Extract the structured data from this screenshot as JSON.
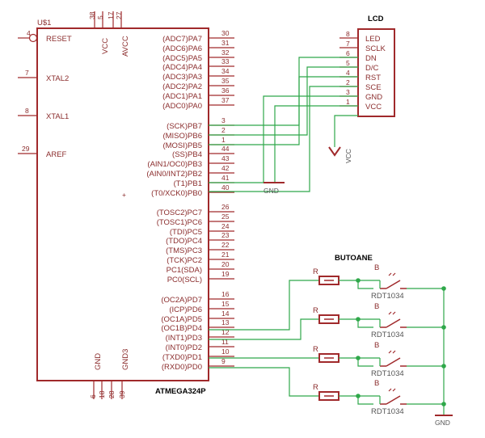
{
  "mcu": {
    "name": "U$1",
    "part": "ATMEGA324P",
    "left_pins": [
      {
        "label": "RESET",
        "num": "4"
      },
      {
        "label": "XTAL2",
        "num": "7"
      },
      {
        "label": "XTAL1",
        "num": "8"
      },
      {
        "label": "AREF",
        "num": "29"
      }
    ],
    "top_pins": [
      {
        "label": "VCC",
        "nums": [
          "38",
          "5"
        ]
      },
      {
        "label": "AVCC",
        "nums": [
          "17",
          "27"
        ]
      }
    ],
    "bottom_pins": [
      {
        "label": "GND",
        "nums": [
          "6",
          "18",
          "28"
        ]
      },
      {
        "label": "GND3",
        "nums": [
          "39"
        ]
      }
    ],
    "right_pins": [
      {
        "label": "(ADC7)PA7",
        "num": "30"
      },
      {
        "label": "(ADC6)PA6",
        "num": "31"
      },
      {
        "label": "(ADC5)PA5",
        "num": "32"
      },
      {
        "label": "(ADC4)PA4",
        "num": "33"
      },
      {
        "label": "(ADC3)PA3",
        "num": "34"
      },
      {
        "label": "(ADC2)PA2",
        "num": "35"
      },
      {
        "label": "(ADC1)PA1",
        "num": "36"
      },
      {
        "label": "(ADC0)PA0",
        "num": "37"
      },
      {
        "label": "(SCK)PB7",
        "num": "3"
      },
      {
        "label": "(MISO)PB6",
        "num": "2"
      },
      {
        "label": "(MOSI)PB5",
        "num": "1"
      },
      {
        "label": "(SS)PB4",
        "num": "44"
      },
      {
        "label": "(AIN1/OC0)PB3",
        "num": "43"
      },
      {
        "label": "(AIN0/INT2)PB2",
        "num": "42"
      },
      {
        "label": "(T1)PB1",
        "num": "41"
      },
      {
        "label": "(T0/XCK0)PB0",
        "num": "40"
      },
      {
        "label": "(TOSC2)PC7",
        "num": "26"
      },
      {
        "label": "(TOSC1)PC6",
        "num": "25"
      },
      {
        "label": "(TDI)PC5",
        "num": "24"
      },
      {
        "label": "(TDO)PC4",
        "num": "23"
      },
      {
        "label": "(TMS)PC3",
        "num": "22"
      },
      {
        "label": "(TCK)PC2",
        "num": "21"
      },
      {
        "label": "PC1(SDA)",
        "num": "20"
      },
      {
        "label": "PC0(SCL)",
        "num": "19"
      },
      {
        "label": "(OC2A)PD7",
        "num": "16"
      },
      {
        "label": "(ICP)PD6",
        "num": "15"
      },
      {
        "label": "(OC1A)PD5",
        "num": "14"
      },
      {
        "label": "(OC1B)PD4",
        "num": "13"
      },
      {
        "label": "(INT1)PD3",
        "num": "12"
      },
      {
        "label": "(INT0)PD2",
        "num": "11"
      },
      {
        "label": "(TXD0)PD1",
        "num": "10"
      },
      {
        "label": "(RXD0)PD0",
        "num": "9"
      }
    ]
  },
  "lcd": {
    "title": "LCD",
    "pins": [
      {
        "label": "LED",
        "num": "8"
      },
      {
        "label": "SCLK",
        "num": "7"
      },
      {
        "label": "DN",
        "num": "6"
      },
      {
        "label": "D/C",
        "num": "5"
      },
      {
        "label": "RST",
        "num": "4"
      },
      {
        "label": "SCE",
        "num": "2"
      },
      {
        "label": "GND",
        "num": "3"
      },
      {
        "label": "VCC",
        "num": "1"
      }
    ]
  },
  "power": {
    "gnd_label": "GND",
    "vcc_label": "VCC"
  },
  "buttons": {
    "title": "BUTOANE",
    "resistor_label": "R",
    "switch_label": "B",
    "switch_part": "RDT1034"
  }
}
